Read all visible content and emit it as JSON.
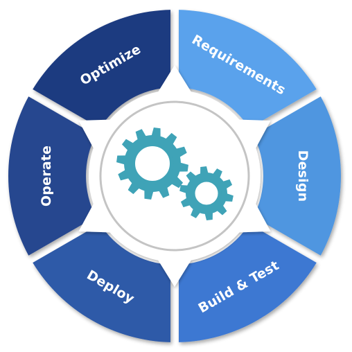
{
  "diagram": {
    "type": "cycle-wheel",
    "segments": [
      {
        "label": "Requirements",
        "color": "#5aa2ec"
      },
      {
        "label": "Design",
        "color": "#5096e0"
      },
      {
        "label": "Build & Test",
        "color": "#3d78d2"
      },
      {
        "label": "Deploy",
        "color": "#2f5aa8"
      },
      {
        "label": "Operate",
        "color": "#27468f"
      },
      {
        "label": "Optimize",
        "color": "#1f3a80"
      }
    ],
    "center": {
      "icon": "gears-icon",
      "gear_color": "#3fa3b7",
      "ring_color": "#c4c4c4",
      "background": "#ffffff"
    }
  }
}
